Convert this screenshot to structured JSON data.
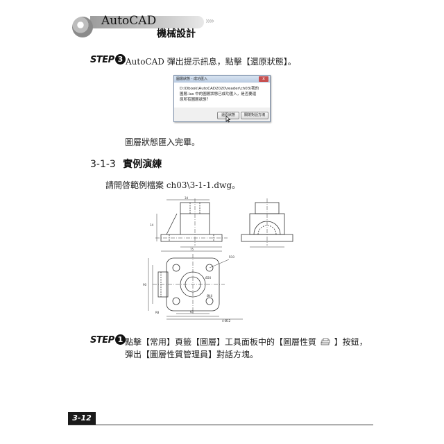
{
  "header": {
    "title": "AutoCAD",
    "subtitle": "機械設計",
    "arrows": "››››"
  },
  "step3": {
    "label": "STEP",
    "number": "3",
    "text": "AutoCAD 彈出提示訊息，點擊【還原狀態】。"
  },
  "dialog": {
    "title": "圖層狀態 - 成功匯入",
    "close": "x",
    "lines": [
      "D:\\Dbook\\AutoCAD2020\\reader\\ch03\\我的",
      "圖層.las 中的圖層狀態已成功匯入，是否要還",
      "原所有圖層狀態？"
    ],
    "restore_button": "還原狀態",
    "close_button": "關閉對話方塊"
  },
  "note_after_step3": "圖層狀態匯入完畢。",
  "section": {
    "number": "3-1-3",
    "title": "實例演練"
  },
  "instruction": "請開啓範例檔案 ch03\\3-1-1.dwg。",
  "drawing_labels": {
    "dim_14": "14",
    "dim_34": "34",
    "dim_65": "65",
    "dim_75": "75",
    "dim_90": "90",
    "dim_r8": "R8",
    "dim_r10": "R10",
    "dim_o20": "Ø20",
    "dim_o40": "Ø40",
    "dim_o12": "4-Ø12"
  },
  "step1": {
    "label": "STEP",
    "number": "1",
    "line1": "點擊【常用】頁籤【圖層】工具面板中的【圖層性質",
    "line1_end": "】按鈕，",
    "line2": "彈出【圖層性質管理員】對話方塊。",
    "icon": "layer-properties-icon"
  },
  "footer": {
    "page": "3-12"
  }
}
